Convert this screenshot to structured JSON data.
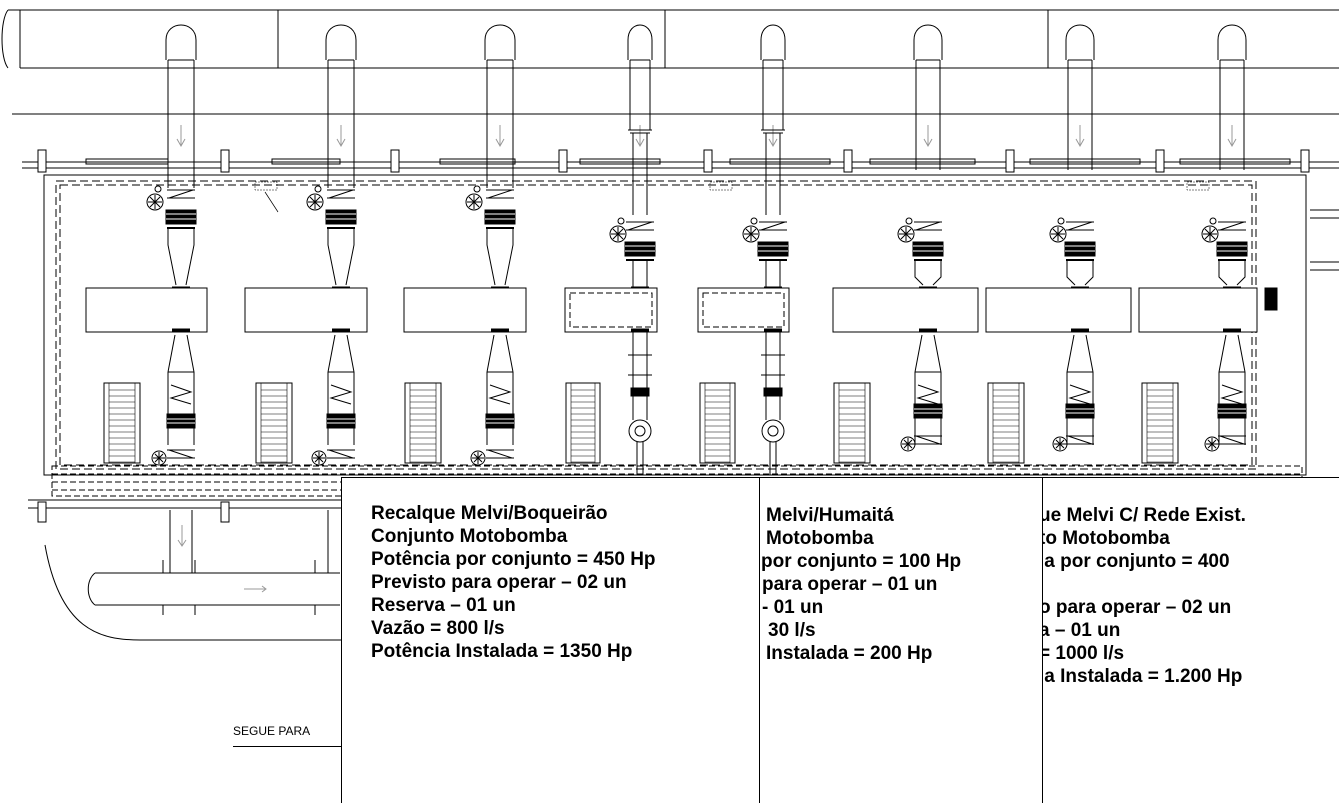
{
  "drawing": {
    "segue_label": "SEGUE PARA",
    "pump_units": [
      {
        "id": "u1",
        "kind": "large"
      },
      {
        "id": "u2",
        "kind": "large"
      },
      {
        "id": "u3",
        "kind": "large"
      },
      {
        "id": "u4",
        "kind": "small"
      },
      {
        "id": "u5",
        "kind": "small"
      },
      {
        "id": "u6",
        "kind": "medium"
      },
      {
        "id": "u7",
        "kind": "medium"
      },
      {
        "id": "u8",
        "kind": "medium"
      }
    ]
  },
  "panels": [
    {
      "lines": [
        "Recalque Melvi/Boqueirão",
        "Conjunto Motobomba",
        "Potência por conjunto = 450 Hp",
        "Previsto para operar – 02 un",
        "Reserva – 01 un",
        "Vazão = 800 l/s",
        "Potência Instalada = 1350 Hp"
      ]
    },
    {
      "lines": [
        "Melvi/Humaitá",
        "Motobomba",
        "por conjunto = 100 Hp",
        "para operar – 01 un",
        "- 01 un",
        "30 l/s",
        "Instalada = 200 Hp"
      ]
    },
    {
      "lines": [
        "ue Melvi C/ Rede Exist.",
        "to Motobomba",
        "ia por conjunto = 400",
        "",
        "o para operar – 02 un",
        "a – 01 un",
        "= 1000 l/s",
        "ia Instalada = 1.200 Hp"
      ]
    }
  ]
}
